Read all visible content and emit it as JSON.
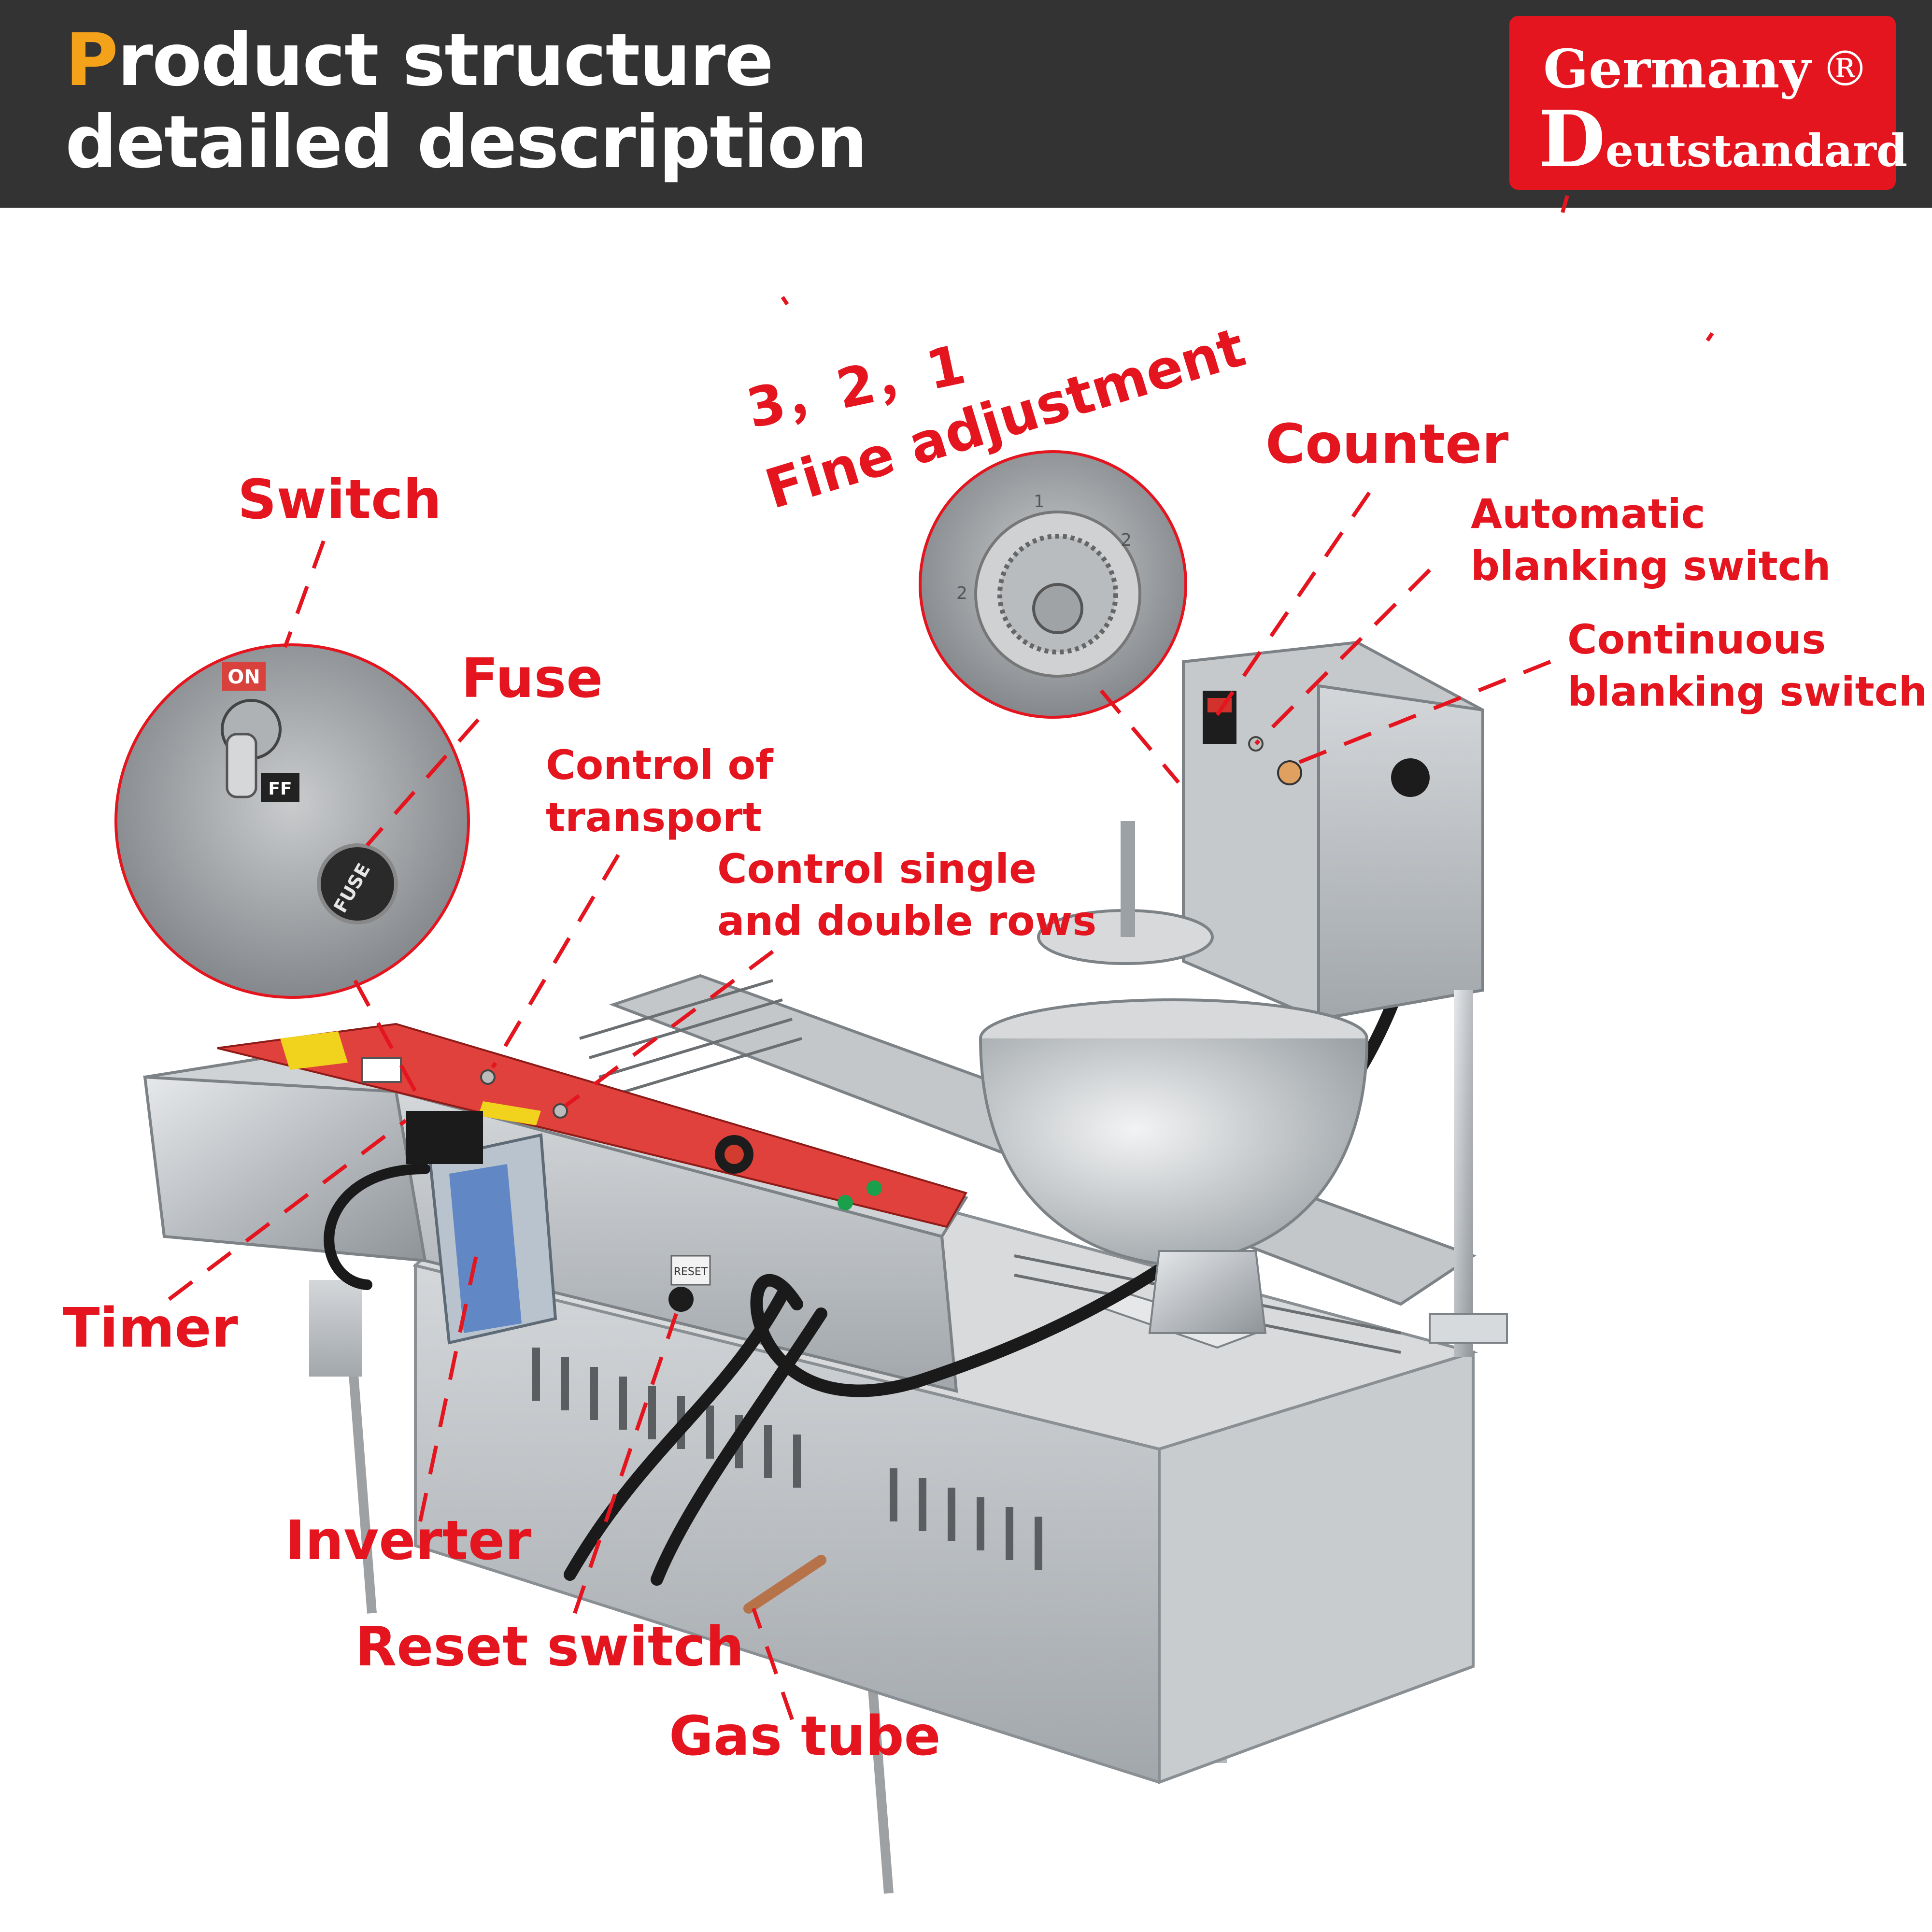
{
  "header": {
    "title_first_letter": "P",
    "title_line1_rest": "roduct structure",
    "title_line2": "detailed description",
    "brand_line1": "Germany",
    "brand_registered": "®",
    "brand_line2_cap": "D",
    "brand_line2_rest": "eutstandard"
  },
  "labels": {
    "fine_adjust_numbers": "3，2，1",
    "fine_adjust_text": "Fine adjustment",
    "counter": "Counter",
    "automatic_blanking": [
      "Automatic",
      "blanking switch"
    ],
    "continuous_blanking": [
      "Continuous",
      "blanking switch"
    ],
    "switch": "Switch",
    "fuse": "Fuse",
    "control_transport": [
      "Control of",
      "transport"
    ],
    "control_rows": [
      "Control single",
      "and double rows"
    ],
    "timer": "Timer",
    "inverter": "Inverter",
    "reset_switch": "Reset switch",
    "gas_tube": "Gas tube"
  },
  "inset_markings": {
    "toggle_on": "ON",
    "toggle_off": "FF",
    "fuse_cap": "FUSE",
    "dial_numbers": [
      "2",
      "1",
      "2"
    ]
  },
  "machine_markings": {
    "reset_plate": "RESET"
  },
  "colors": {
    "header_bg": "#333333",
    "accent_orange": "#f5a21b",
    "brand_red": "#e4151f",
    "label_red": "#e4151f"
  }
}
